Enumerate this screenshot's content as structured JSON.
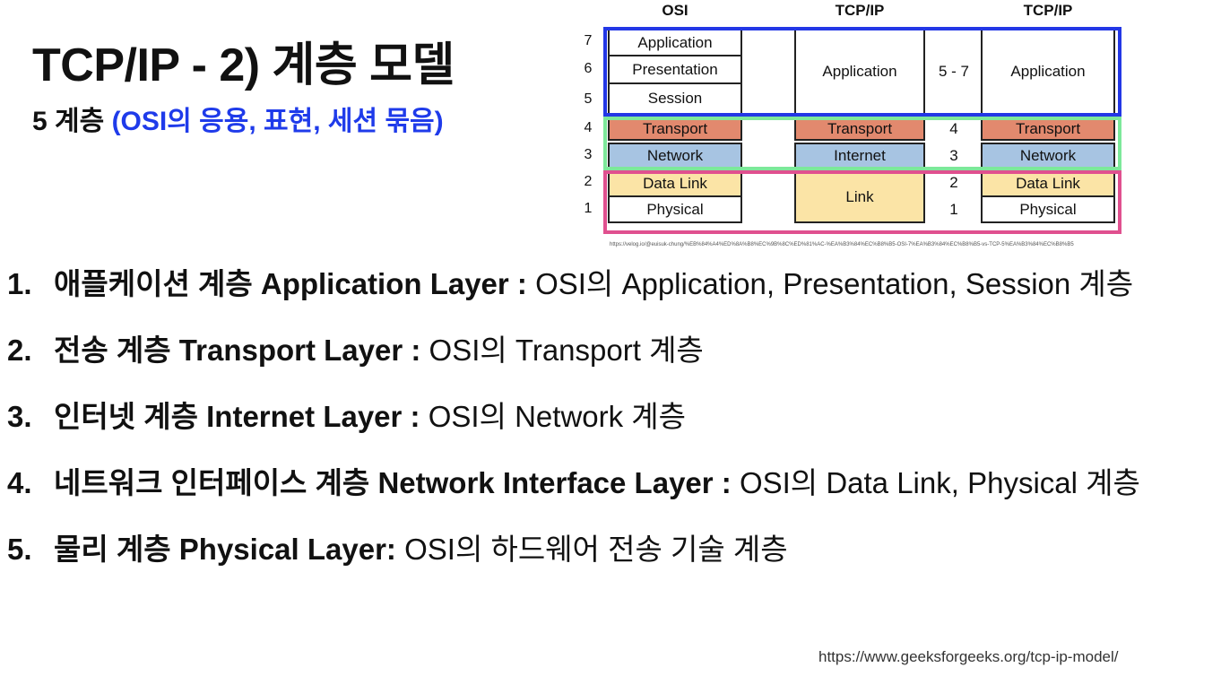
{
  "title": "TCP/IP - 2) 계층 모델",
  "subtitle": {
    "prefix": "5 계층 ",
    "highlight": "(OSI의 응용, 표현, 세션 묶음)"
  },
  "diagram": {
    "headers": [
      "OSI",
      "TCP/IP",
      "TCP/IP"
    ],
    "osi_numbers": [
      "7",
      "6",
      "5",
      "4",
      "3",
      "2",
      "1"
    ],
    "osi_layers": [
      "Application",
      "Presentation",
      "Session",
      "Transport",
      "Network",
      "Data Link",
      "Physical"
    ],
    "tcpip4": [
      "Application",
      "Transport",
      "Internet",
      "Link"
    ],
    "tcpip_numbers": [
      "5 - 7",
      "4",
      "3",
      "2",
      "1"
    ],
    "tcpip5": [
      "Application",
      "Transport",
      "Network",
      "Data Link",
      "Physical"
    ],
    "source": "https://velog.io/@euisuk-chung/%EB%84%A4%ED%8A%B8%EC%9B%8C%ED%81%AC-%EA%B3%84%EC%B8%B5-OSI-7%EA%B3%84%EC%B8%B5-vs-TCP-5%EA%B3%84%EC%B8%B5",
    "colors": {
      "transport": "#e2896e",
      "network": "#a7c4e2",
      "link": "#fbe4a6",
      "highlight_app": "#2337e6",
      "highlight_mid": "#7de89a",
      "highlight_link": "#e0508f"
    }
  },
  "list": [
    {
      "num": "1.",
      "ko": "애플케이션 계층 ",
      "en": "Application Layer : ",
      "desc": "OSI의 Application, Presentation, Session 계층"
    },
    {
      "num": "2.",
      "ko": "전송 계층 ",
      "en": "Transport Layer : ",
      "desc": "OSI의 Transport 계층"
    },
    {
      "num": "3.",
      "ko": "인터넷 계층 ",
      "en": "Internet Layer : ",
      "desc": "OSI의 Network 계층"
    },
    {
      "num": "4.",
      "ko": "네트워크 인터페이스 계층 ",
      "en": "Network Interface Layer : ",
      "desc": "OSI의 Data Link, Physical 계층"
    },
    {
      "num": "5.",
      "ko": "물리 계층 ",
      "en": "Physical Layer: ",
      "desc": "OSI의 하드웨어 전송 기술 계층"
    }
  ],
  "footer_source": "https://www.geeksforgeeks.org/tcp-ip-model/"
}
